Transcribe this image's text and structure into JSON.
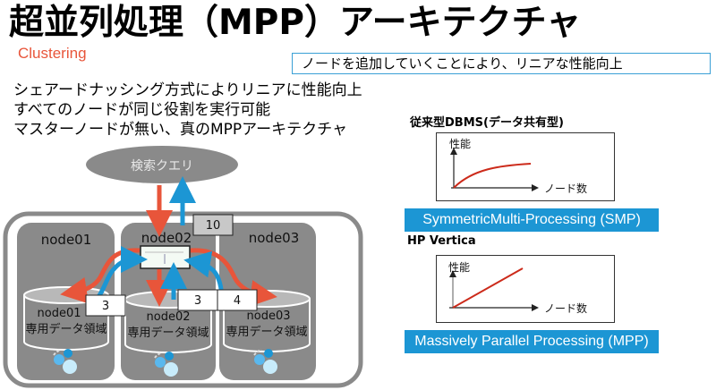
{
  "header": {
    "title": "超並列処理（MPP）アーキテクチャ",
    "subtitle": "Clustering",
    "callout": "ノードを追加していくことにより、リニアな性能向上"
  },
  "bullets": [
    "シェアードナッシング方式によりリニアに性能向上",
    "すべてのノードが同じ役割を実行可能",
    "マスターノードが無い、真のMPPアーキテクチャ"
  ],
  "diagram": {
    "query_label": "検索クエリ",
    "nodes": [
      {
        "name": "node01",
        "storage_name": "node01",
        "storage_label": "専用データ領域"
      },
      {
        "name": "node02",
        "storage_name": "node02",
        "storage_label": "専用データ領域"
      },
      {
        "name": "node03",
        "storage_name": "node03",
        "storage_label": "専用データ領域"
      }
    ],
    "result_boxes": {
      "total": "10",
      "node01": "3",
      "node02": "3",
      "node03": "4"
    },
    "colors": {
      "request_arrow": "#e8553a",
      "response_arrow": "#1c96d4",
      "node_bg": "#8a8a8a",
      "cluster_border": "#8a8a8a"
    }
  },
  "comparison": {
    "smp": {
      "heading": "従来型DBMS(データ共有型)",
      "y_axis_label": "性能",
      "x_axis_label": "ノード数",
      "banner": "SymmetricMulti-Processing (SMP)",
      "curve": "saturating"
    },
    "mpp": {
      "heading": "HP Vertica",
      "y_axis_label": "性能",
      "x_axis_label": "ノード数",
      "banner": "Massively Parallel Processing (MPP)",
      "curve": "linear"
    },
    "colors": {
      "banner": "#1c96d4",
      "curve": "#cc2a1a"
    }
  }
}
